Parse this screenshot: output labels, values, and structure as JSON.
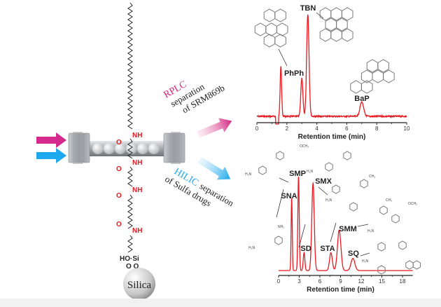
{
  "stationary_phase": {
    "chain_labels": {
      "nh": "NH",
      "o": "O",
      "hosi": "HO·Si",
      "oo": "O O"
    },
    "support_label": "Silica"
  },
  "rplc": {
    "mode": "RPLC",
    "line1": "separation",
    "line2": "of SRM869b",
    "color": "#d0237f"
  },
  "hilic": {
    "mode": "HILIC",
    "line1": "separation",
    "line2": "of Sulfa drugs",
    "color": "#1ea6e6"
  },
  "chem_text": {
    "h2n": "H₂N",
    "och3": "OCH₃",
    "ch3": "CH₃",
    "nh2": "NH₂"
  },
  "chart_data": [
    {
      "type": "line",
      "xlabel": "Retention time (min)",
      "ylabel": "",
      "xlim": [
        0,
        10
      ],
      "xticks": [
        "0",
        "2",
        "4",
        "6",
        "8",
        "10"
      ],
      "trace_color": "#e8191f",
      "peaks": [
        {
          "label": "",
          "rt": 1.6,
          "rel_height": 0.49
        },
        {
          "label": "PhPh",
          "rt": 3.0,
          "rel_height": 0.37
        },
        {
          "label": "TBN",
          "rt": 3.4,
          "rel_height": 1.0
        },
        {
          "label": "BaP",
          "rt": 7.0,
          "rel_height": 0.14
        }
      ]
    },
    {
      "type": "line",
      "xlabel": "Retention time (min)",
      "ylabel": "",
      "xlim": [
        0,
        19.5
      ],
      "xticks": [
        "0",
        "3",
        "6",
        "9",
        "12",
        "15",
        "18"
      ],
      "trace_color": "#e8191f",
      "peaks": [
        {
          "label": "SNA",
          "rt": 1.9,
          "rel_height": 0.77
        },
        {
          "label": "SMP",
          "rt": 2.9,
          "rel_height": 1.0
        },
        {
          "label": "SD",
          "rt": 3.7,
          "rel_height": 0.19
        },
        {
          "label": "SMX",
          "rt": 5.0,
          "rel_height": 0.93
        },
        {
          "label": "STA",
          "rt": 7.6,
          "rel_height": 0.19
        },
        {
          "label": "SMM",
          "rt": 8.8,
          "rel_height": 0.43
        },
        {
          "label": "SQ",
          "rt": 10.8,
          "rel_height": 0.13
        }
      ]
    }
  ]
}
